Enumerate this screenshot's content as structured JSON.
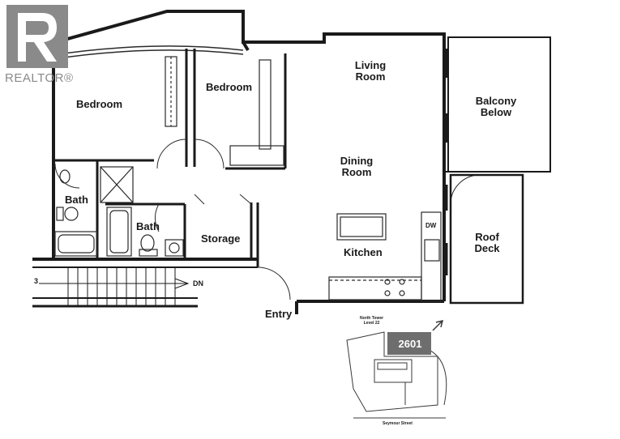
{
  "brand": {
    "logo_text": "REALTOR®",
    "logo_color": "#8a8a8a"
  },
  "rooms": {
    "bedroom_1": "Bedroom",
    "bedroom_2": "Bedroom",
    "living_room": "Living\nRoom",
    "dining_room": "Dining\nRoom",
    "balcony": "Balcony\nBelow",
    "bath_1": "Bath",
    "bath_2": "Bath",
    "storage": "Storage",
    "kitchen": "Kitchen",
    "roof_deck": "Roof\nDeck",
    "entry": "Entry"
  },
  "fixtures": {
    "dishwasher": "DW",
    "stair_direction": "DN",
    "stair_number": "3"
  },
  "key_plan": {
    "tower_label": "North Tower\nLevel 22",
    "unit_number": "2601",
    "street_label": "Seymour Street",
    "highlight_color": "#6e6e6e"
  },
  "colors": {
    "wall": "#1a1a1a",
    "line": "#2a2a2a"
  }
}
